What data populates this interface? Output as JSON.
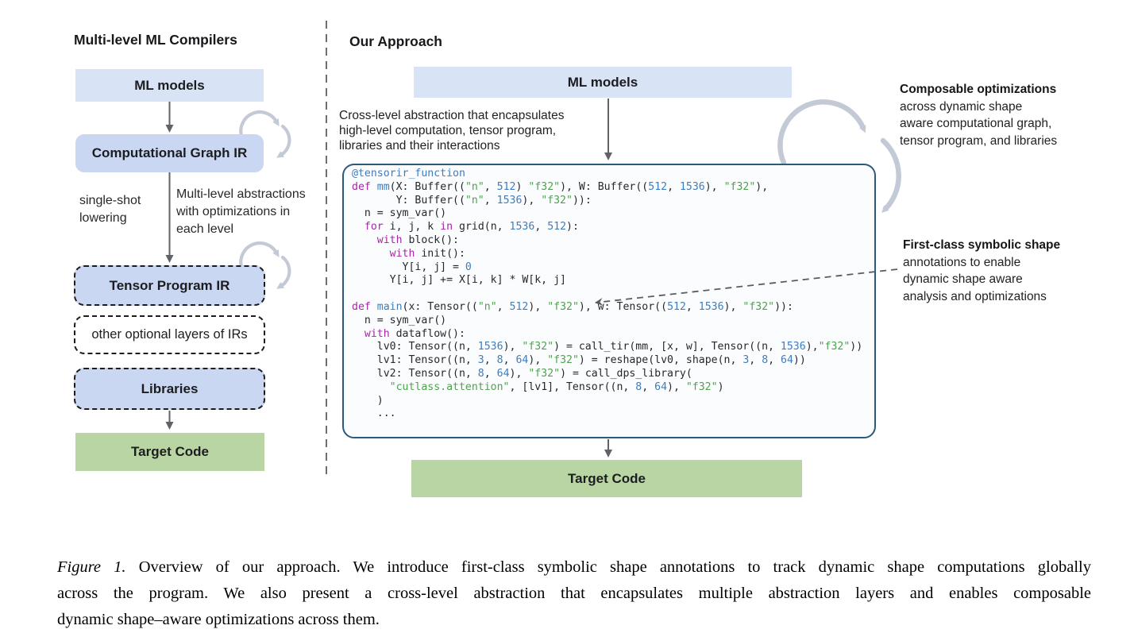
{
  "left_panel": {
    "title": "Multi-level ML Compilers",
    "boxes": {
      "ml_models": "ML models",
      "comp_graph_ir": "Computational Graph IR",
      "tensor_program_ir": "Tensor Program IR",
      "other_layers": "other optional layers of IRs",
      "libraries": "Libraries",
      "target_code": "Target Code"
    },
    "edge_labels": {
      "single_shot": [
        "single-shot",
        "lowering"
      ],
      "multi_level": [
        "Multi-level abstractions",
        "with optimizations in",
        "each level"
      ]
    }
  },
  "right_panel": {
    "title": "Our Approach",
    "ml_models": "ML models",
    "target_code": "Target Code",
    "cross_level_note": {
      "bold": "Cross-level abstraction",
      "rest_lines": [
        " that encapsulates",
        "high-level computation, tensor program,",
        "libraries and their interactions"
      ]
    },
    "composable_note": {
      "bold": "Composable optimizations",
      "lines": [
        "across dynamic shape",
        "aware computational graph,",
        "tensor program, and libraries"
      ]
    },
    "symbolic_note": {
      "bold": "First-class symbolic shape",
      "lines": [
        "annotations to enable",
        "dynamic shape aware",
        "analysis and optimizations"
      ]
    }
  },
  "code": {
    "lines": [
      [
        {
          "t": "@tensorir_function",
          "c": "b"
        }
      ],
      [
        {
          "t": "def",
          "c": "k"
        },
        {
          "t": " ",
          "c": "d"
        },
        {
          "t": "mm",
          "c": "b"
        },
        {
          "t": "(X: Buffer((",
          "c": "d"
        },
        {
          "t": "\"n\"",
          "c": "s"
        },
        {
          "t": ", ",
          "c": "d"
        },
        {
          "t": "512",
          "c": "b"
        },
        {
          "t": ") ",
          "c": "d"
        },
        {
          "t": "\"f32\"",
          "c": "s"
        },
        {
          "t": "), W: Buffer((",
          "c": "d"
        },
        {
          "t": "512",
          "c": "b"
        },
        {
          "t": ", ",
          "c": "d"
        },
        {
          "t": "1536",
          "c": "b"
        },
        {
          "t": "), ",
          "c": "d"
        },
        {
          "t": "\"f32\"",
          "c": "s"
        },
        {
          "t": "),",
          "c": "d"
        }
      ],
      [
        {
          "t": "       Y: Buffer((",
          "c": "d"
        },
        {
          "t": "\"n\"",
          "c": "s"
        },
        {
          "t": ", ",
          "c": "d"
        },
        {
          "t": "1536",
          "c": "b"
        },
        {
          "t": "), ",
          "c": "d"
        },
        {
          "t": "\"f32\"",
          "c": "s"
        },
        {
          "t": ")):",
          "c": "d"
        }
      ],
      [
        {
          "t": "  n = sym_var()",
          "c": "d"
        }
      ],
      [
        {
          "t": "  ",
          "c": "d"
        },
        {
          "t": "for",
          "c": "k"
        },
        {
          "t": " i, j, k ",
          "c": "d"
        },
        {
          "t": "in",
          "c": "k"
        },
        {
          "t": " grid(n, ",
          "c": "d"
        },
        {
          "t": "1536",
          "c": "b"
        },
        {
          "t": ", ",
          "c": "d"
        },
        {
          "t": "512",
          "c": "b"
        },
        {
          "t": "):",
          "c": "d"
        }
      ],
      [
        {
          "t": "    ",
          "c": "d"
        },
        {
          "t": "with",
          "c": "k"
        },
        {
          "t": " block():",
          "c": "d"
        }
      ],
      [
        {
          "t": "      ",
          "c": "d"
        },
        {
          "t": "with",
          "c": "k"
        },
        {
          "t": " init():",
          "c": "d"
        }
      ],
      [
        {
          "t": "        Y[i, j] = ",
          "c": "d"
        },
        {
          "t": "0",
          "c": "b"
        }
      ],
      [
        {
          "t": "      Y[i, j] += X[i, k] * W[k, j]",
          "c": "d"
        }
      ],
      [],
      [
        {
          "t": "def",
          "c": "k"
        },
        {
          "t": " ",
          "c": "d"
        },
        {
          "t": "main",
          "c": "b"
        },
        {
          "t": "(x: Tensor((",
          "c": "d"
        },
        {
          "t": "\"n\"",
          "c": "s"
        },
        {
          "t": ", ",
          "c": "d"
        },
        {
          "t": "512",
          "c": "b"
        },
        {
          "t": "), ",
          "c": "d"
        },
        {
          "t": "\"f32\"",
          "c": "s"
        },
        {
          "t": "), w: Tensor((",
          "c": "d"
        },
        {
          "t": "512",
          "c": "b"
        },
        {
          "t": ", ",
          "c": "d"
        },
        {
          "t": "1536",
          "c": "b"
        },
        {
          "t": "), ",
          "c": "d"
        },
        {
          "t": "\"f32\"",
          "c": "s"
        },
        {
          "t": ")):",
          "c": "d"
        }
      ],
      [
        {
          "t": "  n = sym_var()",
          "c": "d"
        }
      ],
      [
        {
          "t": "  ",
          "c": "d"
        },
        {
          "t": "with",
          "c": "k"
        },
        {
          "t": " dataflow():",
          "c": "d"
        }
      ],
      [
        {
          "t": "    lv0: Tensor((n, ",
          "c": "d"
        },
        {
          "t": "1536",
          "c": "b"
        },
        {
          "t": "), ",
          "c": "d"
        },
        {
          "t": "\"f32\"",
          "c": "s"
        },
        {
          "t": ") = call_tir(mm, [x, w], Tensor((n, ",
          "c": "d"
        },
        {
          "t": "1536",
          "c": "b"
        },
        {
          "t": "),",
          "c": "d"
        },
        {
          "t": "\"f32\"",
          "c": "s"
        },
        {
          "t": "))",
          "c": "d"
        }
      ],
      [
        {
          "t": "    lv1: Tensor((n, ",
          "c": "d"
        },
        {
          "t": "3",
          "c": "b"
        },
        {
          "t": ", ",
          "c": "d"
        },
        {
          "t": "8",
          "c": "b"
        },
        {
          "t": ", ",
          "c": "d"
        },
        {
          "t": "64",
          "c": "b"
        },
        {
          "t": "), ",
          "c": "d"
        },
        {
          "t": "\"f32\"",
          "c": "s"
        },
        {
          "t": ") = reshape(lv0, shape(n, ",
          "c": "d"
        },
        {
          "t": "3",
          "c": "b"
        },
        {
          "t": ", ",
          "c": "d"
        },
        {
          "t": "8",
          "c": "b"
        },
        {
          "t": ", ",
          "c": "d"
        },
        {
          "t": "64",
          "c": "b"
        },
        {
          "t": "))",
          "c": "d"
        }
      ],
      [
        {
          "t": "    lv2: Tensor((n, ",
          "c": "d"
        },
        {
          "t": "8",
          "c": "b"
        },
        {
          "t": ", ",
          "c": "d"
        },
        {
          "t": "64",
          "c": "b"
        },
        {
          "t": "), ",
          "c": "d"
        },
        {
          "t": "\"f32\"",
          "c": "s"
        },
        {
          "t": ") = call_dps_library(",
          "c": "d"
        }
      ],
      [
        {
          "t": "      ",
          "c": "d"
        },
        {
          "t": "\"cutlass.attention\"",
          "c": "s"
        },
        {
          "t": ", [lv1], Tensor((n, ",
          "c": "d"
        },
        {
          "t": "8",
          "c": "b"
        },
        {
          "t": ", ",
          "c": "d"
        },
        {
          "t": "64",
          "c": "b"
        },
        {
          "t": "), ",
          "c": "d"
        },
        {
          "t": "\"f32\"",
          "c": "s"
        },
        {
          "t": ")",
          "c": "d"
        }
      ],
      [
        {
          "t": "    )",
          "c": "d"
        }
      ],
      [
        {
          "t": "    ...",
          "c": "d"
        }
      ]
    ]
  },
  "caption": {
    "label": "Figure 1.",
    "line1_rest": "Overview of our approach. We introduce first-class symbolic shape annotations to track dynamic shape computations globally",
    "line2": "across the program.  We also present a cross-level abstraction that encapsulates multiple abstraction layers and enables composable",
    "line3": "dynamic shape–aware optimizations across them."
  },
  "colors": {
    "box_light_blue": "#d8e3f5",
    "box_mid_blue": "#c9d7f2",
    "box_green": "#b9d5a4",
    "code_box_border": "#2d5a7b",
    "code_keyword": "#a626a4",
    "code_blue": "#3d7dbe",
    "code_string": "#50a14f",
    "code_default": "#24292e",
    "arrow_gray": "#5f6368",
    "cycle_gray": "#c3cad6"
  }
}
